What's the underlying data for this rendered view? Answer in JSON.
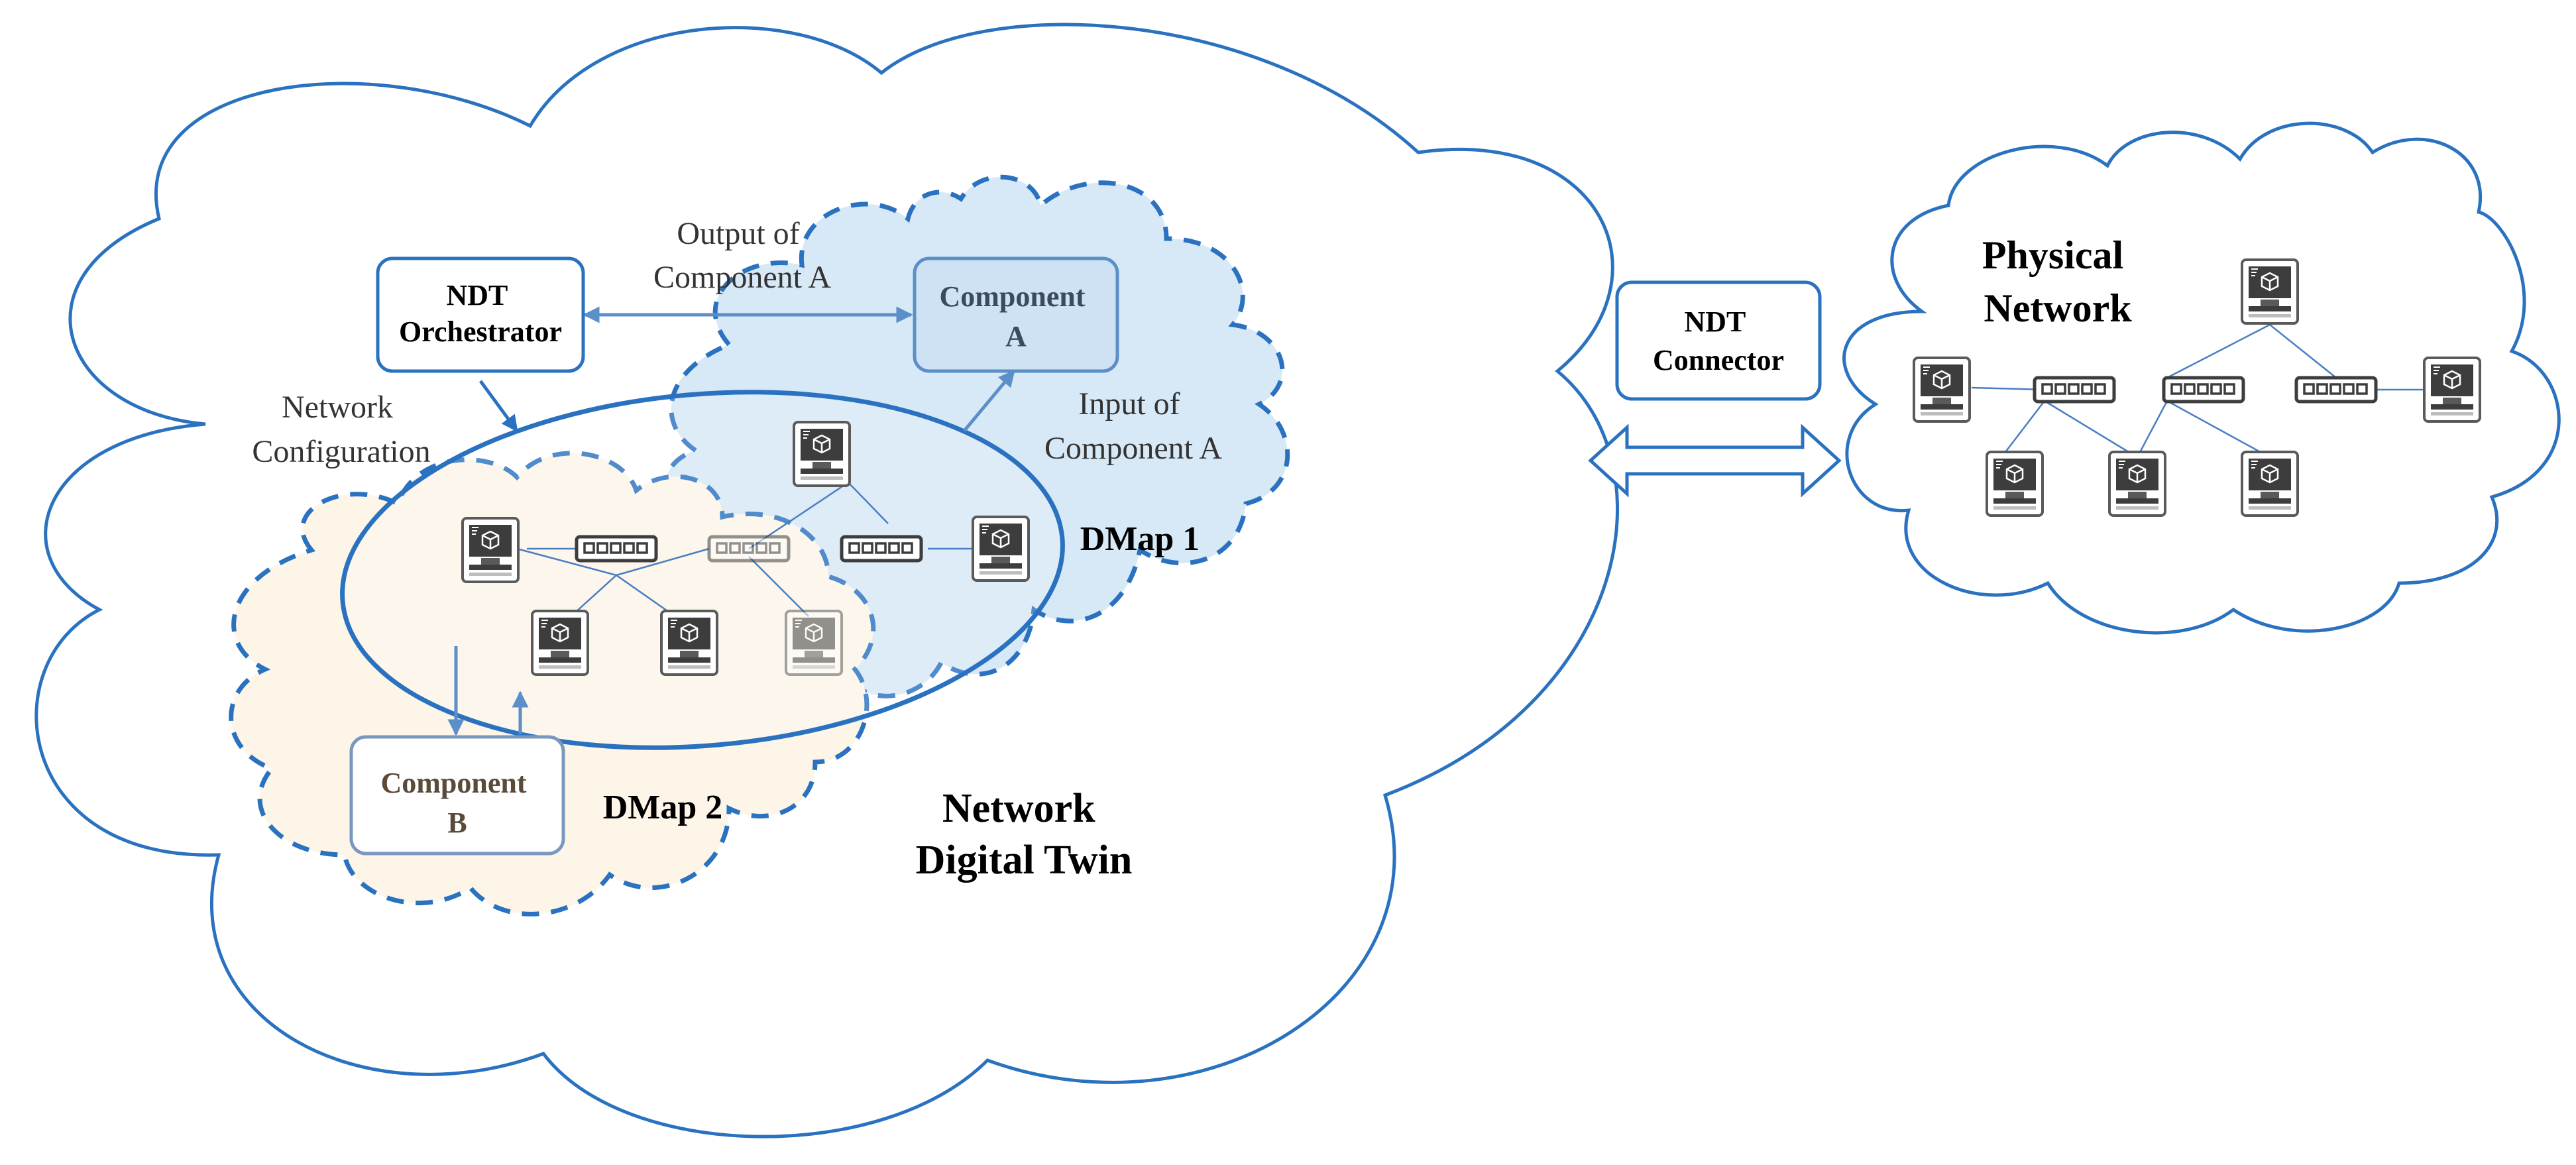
{
  "labels": {
    "orchestrator": [
      "NDT",
      "Orchestrator"
    ],
    "component_a": [
      "Component",
      "A"
    ],
    "component_b": [
      "Component",
      "B"
    ],
    "connector": [
      "NDT",
      "Connector"
    ],
    "physical_network": [
      "Physical",
      "Network"
    ],
    "network_digital_twin": [
      "Network",
      "Digital Twin"
    ],
    "dmap1": "DMap 1",
    "dmap2": "DMap 2",
    "output_of_component_a": [
      "Output of",
      "Component A"
    ],
    "input_of_component_a": [
      "Input of",
      "Component A"
    ],
    "network_configuration": [
      "Network",
      "Configuration"
    ]
  },
  "icons": {
    "computer": "computer-icon",
    "switch": "switch-icon"
  },
  "colors": {
    "outline_blue": "#2a72c0",
    "dmap1_fill": "#d7e8f6",
    "dmap2_fill": "#fcf5e8",
    "text_dark": "#000000",
    "text_grey": "#555555"
  }
}
